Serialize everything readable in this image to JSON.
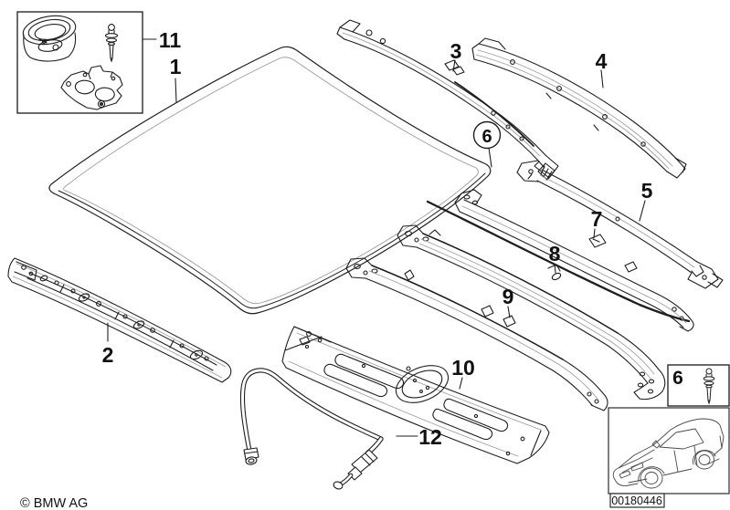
{
  "diagram_labels": {
    "part_1": "1",
    "part_2": "2",
    "part_3": "3",
    "part_4": "4",
    "part_5": "5",
    "part_6_circled": "6",
    "part_6_inset": "6",
    "part_7": "7",
    "part_8": "8",
    "part_9": "9",
    "part_10": "10",
    "part_11": "11",
    "part_12": "12"
  },
  "footer": {
    "copyright": "© BMW AG",
    "image_number": "00180446"
  },
  "colors": {
    "background": "#ffffff",
    "line_art": "#1f1f1f",
    "detail_line": "#9b9b9b",
    "frame_border": "#2b2b2b"
  }
}
